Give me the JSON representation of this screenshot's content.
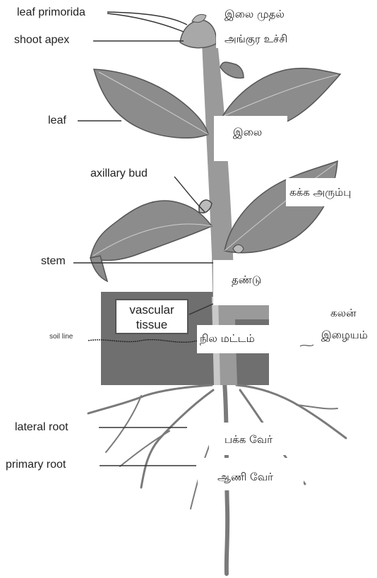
{
  "labels_en": {
    "leaf_primordia": "leaf primorida",
    "shoot_apex": "shoot apex",
    "leaf": "leaf",
    "axillary_bud": "axillary bud",
    "stem": "stem",
    "vascular_line1": "vascular",
    "vascular_line2": "tissue",
    "soil_line": "soil line",
    "lateral_root": "lateral root",
    "primary_root": "primary root"
  },
  "labels_ta": {
    "leaf_primordia": "இலை முதல்",
    "shoot_apex": "அங்குர உச்சி",
    "leaf": "இலை",
    "axillary_bud": "கக்க அரும்பு",
    "stem": "தண்டு",
    "vascular_line1": "கலன்",
    "vascular_line2": "இழையம்",
    "soil_line": "நில மட்டம்",
    "lateral_root": "பக்க வேர்",
    "primary_root": "ஆணி வேர்"
  },
  "colors": {
    "leaf_fill": "#8c8c8c",
    "leaf_vein": "#cfcfcf",
    "stem_fill": "#9a9a9a",
    "soil_fill": "#6f6f6f",
    "root_stroke": "#7a7a7a",
    "label_text": "#222222"
  }
}
